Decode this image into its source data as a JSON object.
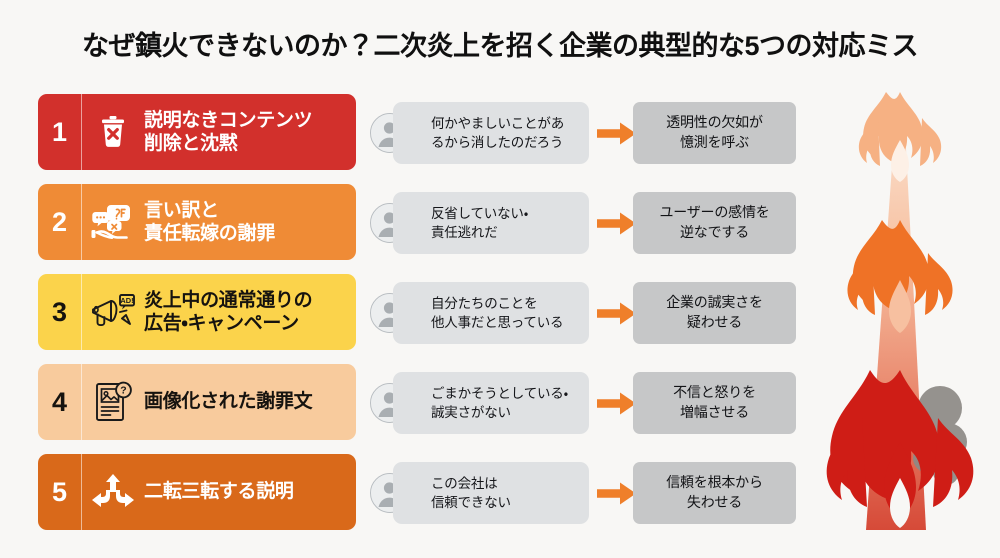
{
  "title": "なぜ鎮火できないのか？二次炎上を招く企業の典型的な5つの対応ミス",
  "rows": [
    {
      "number": "1",
      "label": "説明なきコンテンツ\n削除と沈黙",
      "icon": "trash-x-icon",
      "color": "#d2302c",
      "quote": "何かやましいことがあ\nるから消したのだろう",
      "outcome": "透明性の欠如が\n憶測を呼ぶ"
    },
    {
      "number": "2",
      "label": "言い訳と\n責任転嫁の謝罪",
      "icon": "speech-bubbles-hand-icon",
      "color": "#ef8b36",
      "quote": "反省していない・\n責任逃れだ",
      "outcome": "ユーザーの感情を\n逆なでする"
    },
    {
      "number": "3",
      "label": "炎上中の通常通りの\n広告・キャンペーン",
      "icon": "megaphone-ad-icon",
      "color": "#fbd34b",
      "quote": "自分たちのことを\n他人事だと思っている",
      "outcome": "企業の誠実さを\n疑わせる"
    },
    {
      "number": "4",
      "label": "画像化された謝罪文",
      "icon": "image-document-question-icon",
      "color": "#f8cb9d",
      "quote": "ごまかそうとしている・\n誠実さがない",
      "outcome": "不信と怒りを\n増幅させる"
    },
    {
      "number": "5",
      "label": "二転三転する説明",
      "icon": "three-way-arrows-icon",
      "color": "#d9691a",
      "quote": "この会社は\n信頼できない",
      "outcome": "信頼を根本から\n失わせる"
    }
  ],
  "colors": {
    "background": "#f8f7f5",
    "arrow": "#ef7f2a",
    "quote_bg": "#dfe1e3",
    "outcome_bg": "#c6c7c8",
    "flame_light": "#f6b183",
    "flame_mid": "#ef7226",
    "flame_deep": "#cf1d16",
    "smoke": "#8d8a86"
  }
}
